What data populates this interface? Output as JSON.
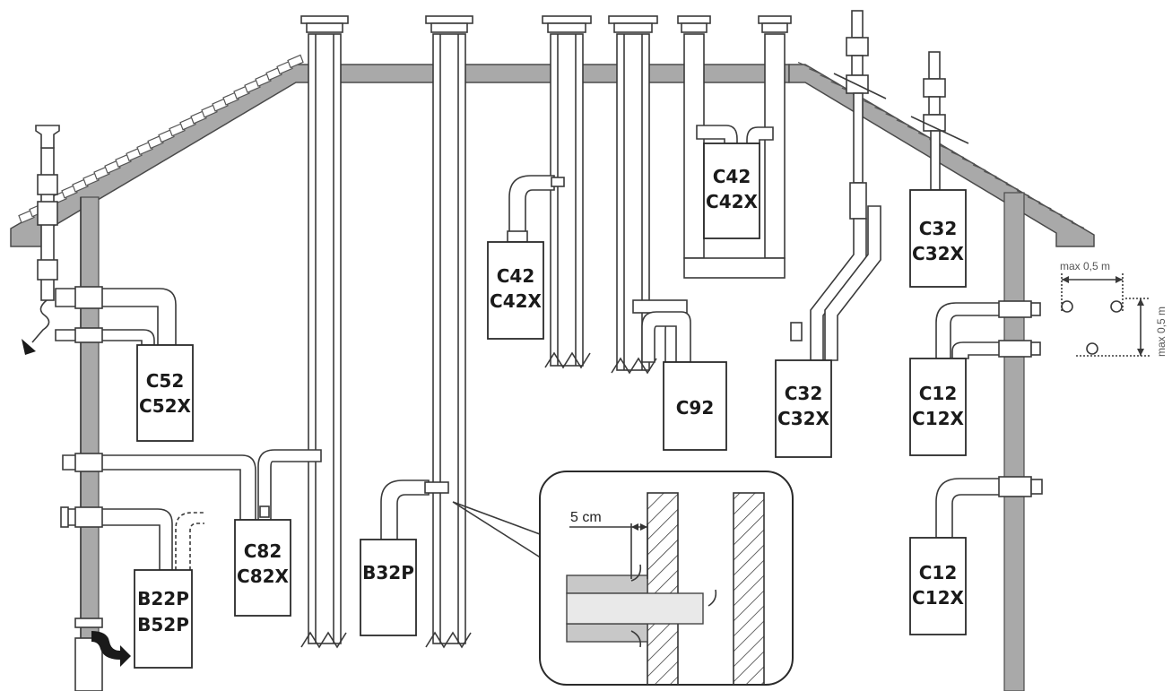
{
  "labels": {
    "c52": [
      "C52",
      "C52X"
    ],
    "b22": [
      "B22P",
      "B52P"
    ],
    "c82": [
      "C82",
      "C82X"
    ],
    "b32": [
      "B32P"
    ],
    "c42_mid": [
      "C42",
      "C42X"
    ],
    "c42_top": [
      "C42",
      "C42X"
    ],
    "c92": [
      "C92"
    ],
    "c32_mid": [
      "C32",
      "C32X"
    ],
    "c32_top": [
      "C32",
      "C32X"
    ],
    "c12_top": [
      "C12",
      "C12X"
    ],
    "c12_bot": [
      "C12",
      "C12X"
    ]
  },
  "inset": {
    "distance": "5 cm"
  },
  "dimensions": {
    "horizontal": "max 0,5 m",
    "vertical": "max 0,5 m"
  },
  "colors": {
    "structure": "#a9a9a9",
    "line": "#3a3a3a",
    "background": "#ffffff"
  }
}
